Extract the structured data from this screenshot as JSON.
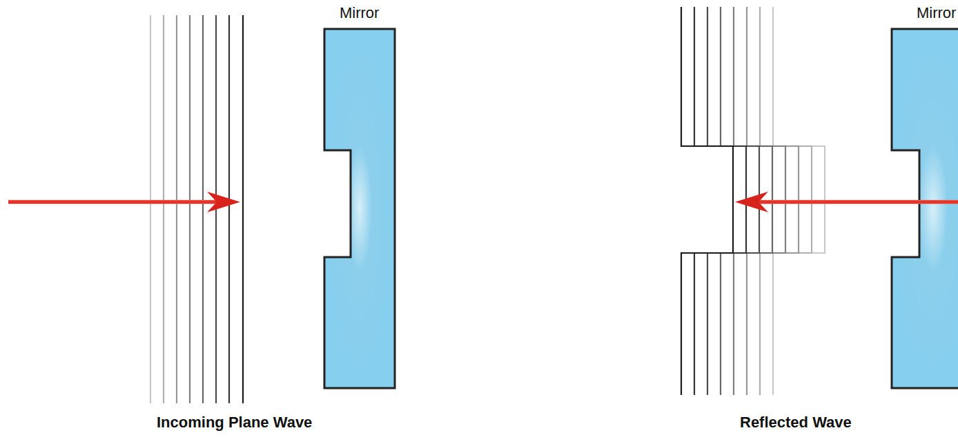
{
  "diagram": {
    "nodes": [
      {
        "text": [
          "Mirror"
        ]
      },
      {
        "text": [
          "Mirror"
        ]
      }
    ],
    "labels": [
      "Incoming Plane Wave",
      "Reflected Wave"
    ]
  }
}
